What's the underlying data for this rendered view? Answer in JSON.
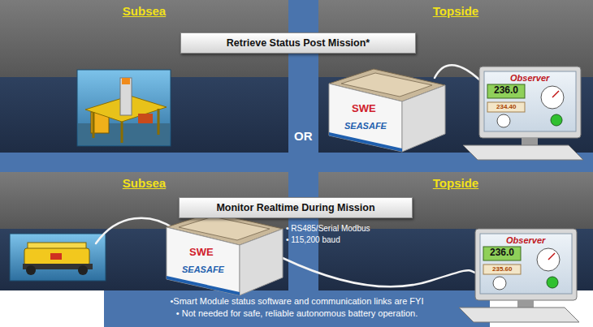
{
  "diagram": {
    "nodes": [
      {
        "text": [
          "Subsea"
        ]
      },
      {
        "text": [
          "Topside"
        ]
      },
      {
        "text": [
          "Retrieve Status Post Mission*"
        ]
      },
      {
        "text": [
          "Subsea"
        ]
      },
      {
        "text": [
          "Topside"
        ]
      },
      {
        "text": [
          "Monitor Realtime During Mission"
        ]
      },
      {
        "text": [
          "•Smart Module status software and communication links are FYI",
          "• Not needed for safe, reliable autonomous battery operation."
        ]
      }
    ],
    "labels": [
      "OR",
      "SWE",
      "SEASAFE",
      "Observer",
      "236.0",
      "234.40",
      "• RS485/Serial Modbus",
      "• 115,200 baud",
      "SWE",
      "SEASAFE",
      "Observer",
      "236.0",
      "235.60"
    ]
  }
}
